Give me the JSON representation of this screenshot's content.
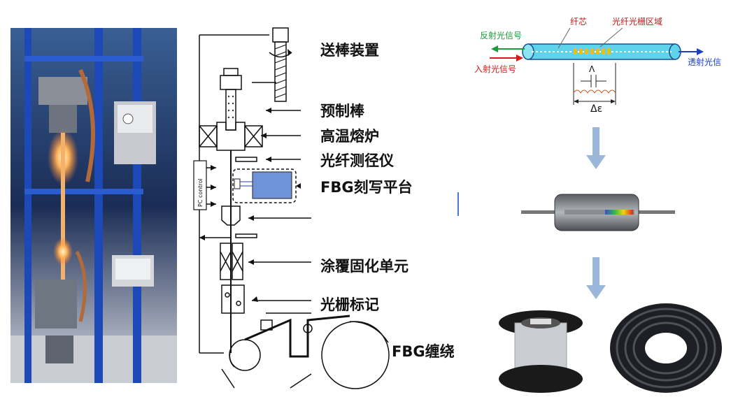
{
  "process_labels": {
    "feeder": "送棒装置",
    "preform": "预制棒",
    "furnace": "高温熔炉",
    "diameter_gauge": "光纤测径仪",
    "fbg_writing": "FBG刻写平台",
    "coating": "涂覆固化单元",
    "marking": "光栅标记",
    "winding": "FBG缠绕"
  },
  "pc_control": "PC control",
  "fbg_diagram": {
    "core": "纤芯",
    "grating_region": "光纤光栅区域",
    "reflected": "反射光信号",
    "incident": "入射光信号",
    "transmitted": "透射光信",
    "period_symbol": "Λ",
    "strain_symbol": "Δε"
  },
  "colors": {
    "frame_blue": "#1d49b8",
    "fiber_cyan": "#5fd3ec",
    "arrow_blue": "#9ab6d9",
    "grating_yellow": "#e4c21a",
    "reflect_green": "#1d9a3a",
    "incident_red": "#d51a1a",
    "transmit_blue": "#1b3fc4",
    "fbg_box_fill": "#6f93d8"
  }
}
